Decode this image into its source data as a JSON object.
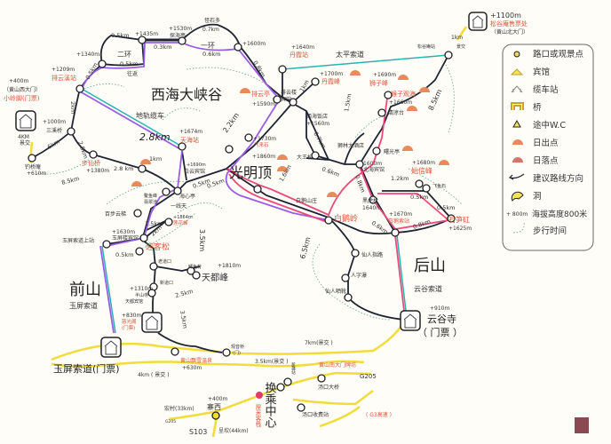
{
  "colors": {
    "road": "#1e2433",
    "recommended_route": "#9b5de5",
    "route_alt": "#ec4a7b",
    "highway": "#f2dc3a",
    "cableway": "#2ab3b0",
    "label_red": "#e0533a"
  },
  "regions": {
    "xihai": "西海大峡谷",
    "guangmingding": "光明顶",
    "qianshan": "前山",
    "qianshan_sub": "玉屏索道",
    "houshan": "后山",
    "houshan_sub": "云谷索道",
    "transfer": "换乘中心"
  },
  "gates": {
    "north": {
      "alt": "+1100m",
      "name": "松谷庵售票处",
      "note": "（黄山北大门）"
    },
    "west": {
      "alt": "+400m",
      "note": "（黄山西大门）",
      "name": "小岭脚(门票)"
    },
    "yungu": {
      "alt": "+910m",
      "name": "云谷寺",
      "note": "（ 门票 ）"
    },
    "yuping": {
      "name": "玉屏索道(门票)"
    },
    "ciguang": {
      "alt": "+830m",
      "name": "慈光阁",
      "note": "(门票)"
    }
  },
  "places": {
    "ring1": "一环",
    "ring2": "二环",
    "guaishi": "怪石多",
    "guaishi_km": "0.7km",
    "a1435": "+1435m",
    "a1530": "+1530m",
    "tanhai": "探海亭",
    "a1600": "+1600m",
    "a1340": "+1340m",
    "turn": "往返",
    "paiyunxi_alt": "+1209m",
    "paiyunxi": "排云溪站",
    "ditui": "地轨缆车",
    "ditui_km": "2.8km",
    "sanxi_alt": "+1000m",
    "sanxi": "三溪桥",
    "diaoqiao": "钓桥庵",
    "diaoqiao_alt": "+610m",
    "west_bus": "4KM",
    "west_bus2": "景交",
    "buxian": "步仙桥",
    "buxian_alt": "+1380m",
    "tianhai": "天海站",
    "tianhai_alt": "+1674m",
    "danxia_st": "丹霞站",
    "danxia_alt": "+1640m",
    "taiping": "太平索道",
    "songgu_st": "松谷庵站",
    "jingjiao": "景交",
    "km1": "1km",
    "paiyunting": "排云亭",
    "paiyunting_alt": "+1590m",
    "paiyunlou": "排云楼",
    "paiyunlou2": "宾馆",
    "xihai_hotel": "西海饭店",
    "xihai_alt": "+1560m",
    "danxiafeng_alt": "+1700m",
    "danxiafeng": "丹霞峰",
    "shizi_alt": "+1690m",
    "shizi": "狮子峰",
    "houzi": "猴子观海",
    "houzi_alt": "+1660m",
    "qingliang": "清凉台",
    "shilin": "狮林大酒店",
    "dawangsong": "大王松",
    "beihai": "北海宾馆",
    "beihai_alt": "1600m",
    "shuguang": "曙光亭",
    "shixin_alt": "+1680m",
    "shixin": "始信峰",
    "feilai_alt": "+1730m",
    "feilai": "飞来石",
    "gmd_alt": "+1860m",
    "baiyun": "白云宾馆",
    "baiyun_alt": "+1690m",
    "haixin": "海心亭",
    "yixiantian": "一线天",
    "feicui": "翡翠池",
    "aoyu": "鳌鱼峰",
    "baie_inn": "白鹅山庄",
    "baie": "白鹅岭",
    "heihu": "黑虎松",
    "heihu_alt": "1640m",
    "baie_st_alt": "+1670m",
    "baie_st": "白鹅索站",
    "shisun": "石笋矼",
    "shisun_alt": "+1625m",
    "xianren": "仙人指路",
    "renzi": "人字瀑",
    "xianren2": "仙人晒靴",
    "feiyu": "飞鱼石",
    "baibu": "百步云梯",
    "lianhua_alt": "+1864m",
    "lianhua": "莲花峰",
    "yuping_hotel_alt": "+1630m",
    "yuping_hotel": "玉屏楼宾馆",
    "yuping_top": "玉屏索道上站",
    "yingke": "迎客松",
    "jiyu": "鲫鱼背",
    "tiandu_alt": "+1810m",
    "tiandu": "天都峰",
    "laodao": "老道口",
    "xindao": "新道口",
    "banshan_alt": "+1310m",
    "banshan": "半山寺",
    "tiandu_hotel": "天都宾馆",
    "wenquan": "黄山飘雪温泉",
    "wenquan_alt": "+630m",
    "guanyin": "观音桥",
    "guanyin2": "(门)",
    "km4": "4km ( 景交 )",
    "km35": "3.5km(景交 )",
    "km7": "7km(景交 )",
    "south_gate": "黄山南大门牌坊",
    "tangkou_bridge": "汤口大桥",
    "g205": "G205",
    "tangkou_toll": "汤口收费站",
    "g3": "( G3高速 )",
    "zhaixi_alt": "+400m",
    "zhaixi": "寨西",
    "hongcun": "宏村(33km)",
    "chengkan": "呈坎(44km)",
    "s103": "S103",
    "g205b": "G205",
    "inn": "屋米客栈",
    "xinjiang": "新疆站"
  },
  "distances": [
    "0.5km",
    "0.3km",
    "0.5km",
    "0.6km",
    "0.8km",
    "0.5km",
    "2km",
    "2.2km",
    "1km",
    "1.5km",
    "8.5km",
    "0.7km",
    "0.6km",
    "1.6km",
    "1.2km",
    "0.8km",
    "0.5km",
    "0.5km",
    "0.6km",
    "0.8km",
    "6.5km",
    "3.5km",
    "2.5km",
    "2.8 km",
    "6km",
    "8.5km",
    "0.5km",
    "1.5km",
    "2km",
    "2.5km",
    "3.5km",
    "0.5km",
    "0.5km",
    "1km"
  ],
  "legend": [
    {
      "icon": "junction-circle",
      "label": "路口或观景点"
    },
    {
      "icon": "hotel",
      "label": "宾馆"
    },
    {
      "icon": "cable-station",
      "label": "缆车站"
    },
    {
      "icon": "bridge",
      "label": "桥"
    },
    {
      "icon": "wc-triangle",
      "label": "途中W.C"
    },
    {
      "icon": "sunrise",
      "label": "日出点"
    },
    {
      "icon": "sunset",
      "label": "日落点"
    },
    {
      "icon": "route-arrow",
      "label": "建议路线方向"
    },
    {
      "icon": "cave",
      "label": "洞"
    },
    {
      "icon": "altitude",
      "prefix": "+ 800m",
      "label": "海拔高度800米"
    },
    {
      "icon": "walking-time",
      "label": "步行时间"
    }
  ]
}
